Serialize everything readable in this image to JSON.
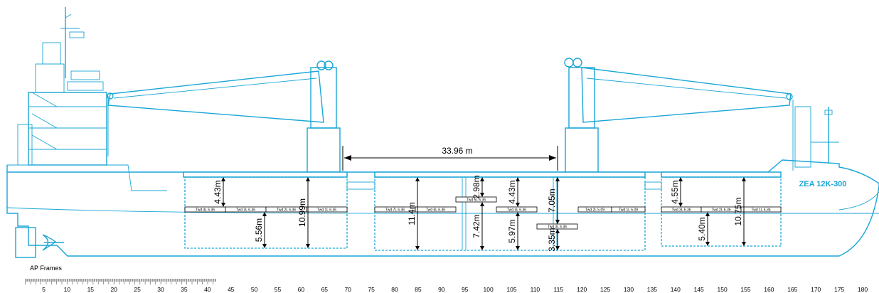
{
  "vessel_name": "ZEA 12K-300",
  "scale_label": "AP Frames",
  "hatch_span": "33.96 m",
  "frame_ticks": [
    "5",
    "10",
    "15",
    "20",
    "25",
    "30",
    "35",
    "40",
    "45",
    "50",
    "55",
    "60",
    "65",
    "70",
    "75",
    "80",
    "85",
    "90",
    "95",
    "100",
    "105",
    "110",
    "115",
    "120",
    "125",
    "130",
    "135",
    "140",
    "145",
    "150",
    "155",
    "160",
    "165",
    "170",
    "175",
    "180"
  ],
  "tweendeck_panels_hold3": [
    "Twd 4L 6.36",
    "Twd 3L 6.36",
    "Twd 2L 6.36",
    "Twd 1L 6.36"
  ],
  "tweendeck_panels_hold2_left": [
    "Twd 7L 6.36",
    "Twd 6L 6.36"
  ],
  "tweendeck_panels_hold2_mid": [
    "Twd 5L 6.36",
    "Twd 4L 6.36",
    "Twd 3L 6.36"
  ],
  "tweendeck_panels_hold2_right": [
    "Twd 2L 5.09",
    "Twd 1L 5.09"
  ],
  "tweendeck_panels_hold1": [
    "Twd 3L 6.36",
    "Twd 2L 6.36",
    "Twd 1L 6.36"
  ],
  "dimensions": {
    "h3_upper": "4.43m",
    "h3_lower": "5.56m",
    "h3_total": "10.99m",
    "h2_total": "11.4m",
    "h2_mid_upper": "2.98m",
    "h2_mid_lower": "7.42m",
    "h2_upper": "4.43m",
    "h2_lower": "5.97m",
    "h2_right_upper": "7.05m",
    "h2_right_lower": "3.35m",
    "h1_upper": "4.55m",
    "h1_lower": "5.40m",
    "h1_total": "10.75m"
  },
  "colors": {
    "ship_line": "#1aa6d6",
    "dimension": "#000000"
  }
}
